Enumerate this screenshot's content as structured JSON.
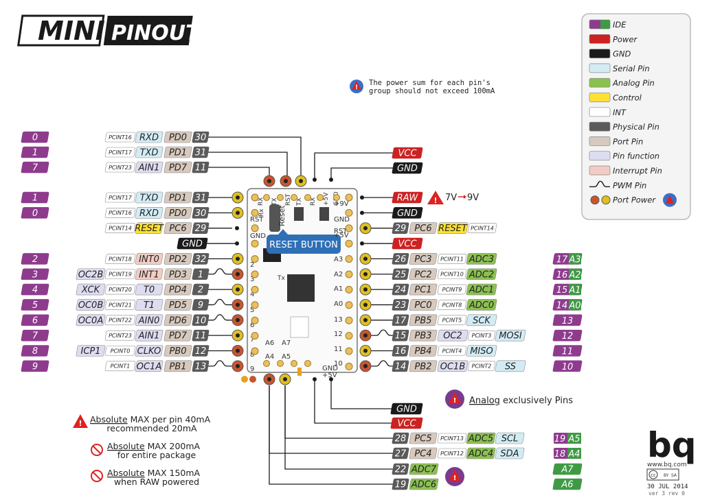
{
  "title": {
    "mini": "MINI",
    "pinout": "PINOUT"
  },
  "legend": [
    {
      "label": "IDE",
      "color": "#8e3b8e",
      "color2": "#3f9a45"
    },
    {
      "label": "Power",
      "color": "#cc2222"
    },
    {
      "label": "GND",
      "color": "#1a1a1a"
    },
    {
      "label": "Serial Pin",
      "color": "#d3ecf4"
    },
    {
      "label": "Analog Pin",
      "color": "#8cc152"
    },
    {
      "label": "Control",
      "color": "#ffe135"
    },
    {
      "label": "INT",
      "color": "#ffffff"
    },
    {
      "label": "Physical Pin",
      "color": "#5a5a5a"
    },
    {
      "label": "Port Pin",
      "color": "#d7c9bd"
    },
    {
      "label": "Pin function",
      "color": "#dedcf0"
    },
    {
      "label": "Interrupt Pin",
      "color": "#f2ccc4"
    },
    {
      "label": "PWM Pin",
      "icon": "pwm-wave-icon"
    },
    {
      "label": "Port Power",
      "icon": "port-power-icon"
    }
  ],
  "notes": {
    "power_sum": [
      "The power sum for each pin's",
      "group should not exceed 100mA"
    ],
    "raw_range": [
      "7V",
      "9V"
    ],
    "analog_only": {
      "u": "Analog",
      "rest": " exclusively Pins"
    },
    "max_pin": {
      "u": "Absolute",
      "rest": " MAX per pin 40mA",
      "line2": "recommended 20mA"
    },
    "max_pkg": {
      "u": "Absolute",
      "rest": " MAX 200mA",
      "line2": "for entire package"
    },
    "max_raw": {
      "u": "Absolute",
      "rest": " MAX 150mA",
      "line2": "when RAW powered"
    }
  },
  "board": {
    "reset_label": "RESET BUTTON",
    "silk_top": [
      "RX",
      "TX",
      "RST",
      "TX",
      "RX",
      "+5V",
      "GND"
    ],
    "silk_left": [
      "RST",
      "GND",
      "2",
      "3",
      "4",
      "5",
      "6",
      "7",
      "8",
      "9"
    ],
    "silk_right": [
      "+9V",
      "GND",
      "RST",
      "+5V",
      "A3",
      "A2",
      "A1",
      "A0",
      "13",
      "12",
      "11",
      "10"
    ],
    "silk_bottom": [
      "A6",
      "A7",
      "A4",
      "A5",
      "+5V",
      "GND"
    ],
    "silk_reset": "Reset",
    "silk_tx": "Tx",
    "silk_rx": "Rx"
  },
  "left_top": [
    {
      "ide": "0",
      "pcint": "PCINT16",
      "fn": "RXD",
      "fnType": "serial",
      "port": "PD0",
      "phys": "30"
    },
    {
      "ide": "1",
      "pcint": "PCINT17",
      "fn": "TXD",
      "fnType": "serial",
      "port": "PD1",
      "phys": "31"
    },
    {
      "ide": "7",
      "pcint": "PCINT23",
      "fn": "AIN1",
      "fnType": "func",
      "port": "PD7",
      "phys": "11"
    }
  ],
  "left_rows": [
    {
      "ide": "1",
      "pcint": "PCINT17",
      "fn": "TXD",
      "fnType": "serial",
      "port": "PD1",
      "phys": "31"
    },
    {
      "ide": "0",
      "pcint": "PCINT16",
      "fn": "RXD",
      "fnType": "serial",
      "port": "PD0",
      "phys": "30"
    },
    {
      "ide": "",
      "pcint": "PCINT14",
      "fn": "RESET",
      "fnType": "control",
      "port": "PC6",
      "phys": "29"
    },
    {
      "ide": "",
      "gnd": "GND"
    },
    {
      "ide": "2",
      "pcint": "PCINT18",
      "fn": "INT0",
      "fnType": "interrupt",
      "port": "PD2",
      "phys": "32"
    },
    {
      "ide": "3",
      "extra": "OC2B",
      "pcint": "PCINT19",
      "fn": "INT1",
      "fnType": "interrupt",
      "port": "PD3",
      "phys": "1",
      "pwm": true
    },
    {
      "ide": "4",
      "extra": "XCK",
      "pcint": "PCINT20",
      "fn": "T0",
      "fnType": "func",
      "port": "PD4",
      "phys": "2"
    },
    {
      "ide": "5",
      "extra": "OC0B",
      "pcint": "PCINT21",
      "fn": "T1",
      "fnType": "func",
      "port": "PD5",
      "phys": "9",
      "pwm": true
    },
    {
      "ide": "6",
      "extra": "OC0A",
      "pcint": "PCINT22",
      "fn": "AIN0",
      "fnType": "func",
      "port": "PD6",
      "phys": "10",
      "pwm": true
    },
    {
      "ide": "7",
      "pcint": "PCINT23",
      "fn": "AIN1",
      "fnType": "func",
      "port": "PD7",
      "phys": "11"
    },
    {
      "ide": "8",
      "extra": "ICP1",
      "pcint": "PCINT0",
      "fn": "CLKO",
      "fnType": "func",
      "port": "PB0",
      "phys": "12"
    },
    {
      "ide": "9",
      "pcint": "PCINT1",
      "fn": "OC1A",
      "fnType": "func",
      "port": "PB1",
      "phys": "13",
      "pwm": true
    }
  ],
  "right_rows": [
    {
      "power": "RAW",
      "type": "power"
    },
    {
      "power": "GND",
      "type": "gnd"
    },
    {
      "phys": "29",
      "port": "PC6",
      "fn": "RESET",
      "fnType": "control",
      "pcint": "PCINT14"
    },
    {
      "power": "VCC",
      "type": "power"
    },
    {
      "phys": "26",
      "port": "PC3",
      "pcint": "PCINT11",
      "fn": "ADC3",
      "fnType": "analog",
      "ide": "17",
      "ideA": "A3"
    },
    {
      "phys": "25",
      "port": "PC2",
      "pcint": "PCINT10",
      "fn": "ADC2",
      "fnType": "analog",
      "ide": "16",
      "ideA": "A2"
    },
    {
      "phys": "24",
      "port": "PC1",
      "pcint": "PCINT9",
      "fn": "ADC1",
      "fnType": "analog",
      "ide": "15",
      "ideA": "A1"
    },
    {
      "phys": "23",
      "port": "PC0",
      "pcint": "PCINT8",
      "fn": "ADC0",
      "fnType": "analog",
      "ide": "14",
      "ideA": "A0"
    },
    {
      "phys": "17",
      "port": "PB5",
      "pcint": "PCINT5",
      "fn": "SCK",
      "fnType": "serial",
      "ide": "13",
      "ideA": ""
    },
    {
      "phys": "15",
      "port": "PB3",
      "fn": "OC2",
      "fnType": "func",
      "pcint": "PCINT3",
      "extra": "MOSI",
      "ide": "12",
      "ideA": "",
      "pwm": true
    },
    {
      "phys": "16",
      "port": "PB4",
      "pcint": "PCINT4",
      "fn": "MISO",
      "fnType": "serial",
      "ide": "11",
      "ideA": ""
    },
    {
      "phys": "14",
      "port": "PB2",
      "fn": "OC1B",
      "fnType": "func",
      "pcint": "PCINT2",
      "extra": "SS",
      "ide": "10",
      "ideA": "",
      "pwm": true
    }
  ],
  "bottom_rows": [
    {
      "power": "GND",
      "type": "gnd"
    },
    {
      "power": "VCC",
      "type": "power"
    },
    {
      "phys": "28",
      "port": "PC5",
      "pcint": "PCINT13",
      "fn": "ADC5",
      "extra": "SCL",
      "ide": "19",
      "ideA": "A5"
    },
    {
      "phys": "27",
      "port": "PC4",
      "pcint": "PCINT12",
      "fn": "ADC4",
      "extra": "SDA",
      "ide": "18",
      "ideA": "A4"
    },
    {
      "phys": "22",
      "fn": "ADC7",
      "ideA": "A7"
    },
    {
      "phys": "19",
      "fn": "ADC6",
      "ideA": "A6"
    }
  ],
  "logo": {
    "text": "bq",
    "url": "www.bq.com",
    "cc": "cc",
    "by": "BY",
    "sa": "SA",
    "date": "30 JUL 2014",
    "ver": "ver 3 rev 0"
  }
}
